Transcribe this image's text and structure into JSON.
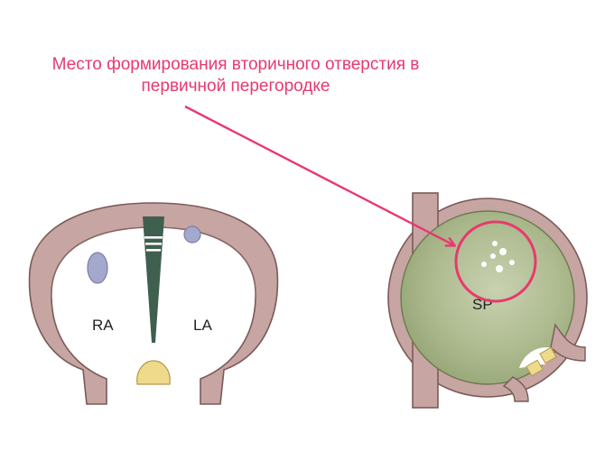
{
  "caption": {
    "line1": "Место формирования вторичного отверстия в",
    "line2": "первичной перегородке"
  },
  "labels": {
    "right_atrium": "RA",
    "left_atrium": "LA",
    "septum_primum": "SP"
  },
  "colors": {
    "accent": "#e8396e",
    "heart_wall": "#c7a5a2",
    "wall_outline": "#7a5a58",
    "septum": "#3f5f4f",
    "septum_primum_fill": "#a7b58a",
    "vein": "#a4a8cc",
    "cushion": "#efd98a"
  }
}
